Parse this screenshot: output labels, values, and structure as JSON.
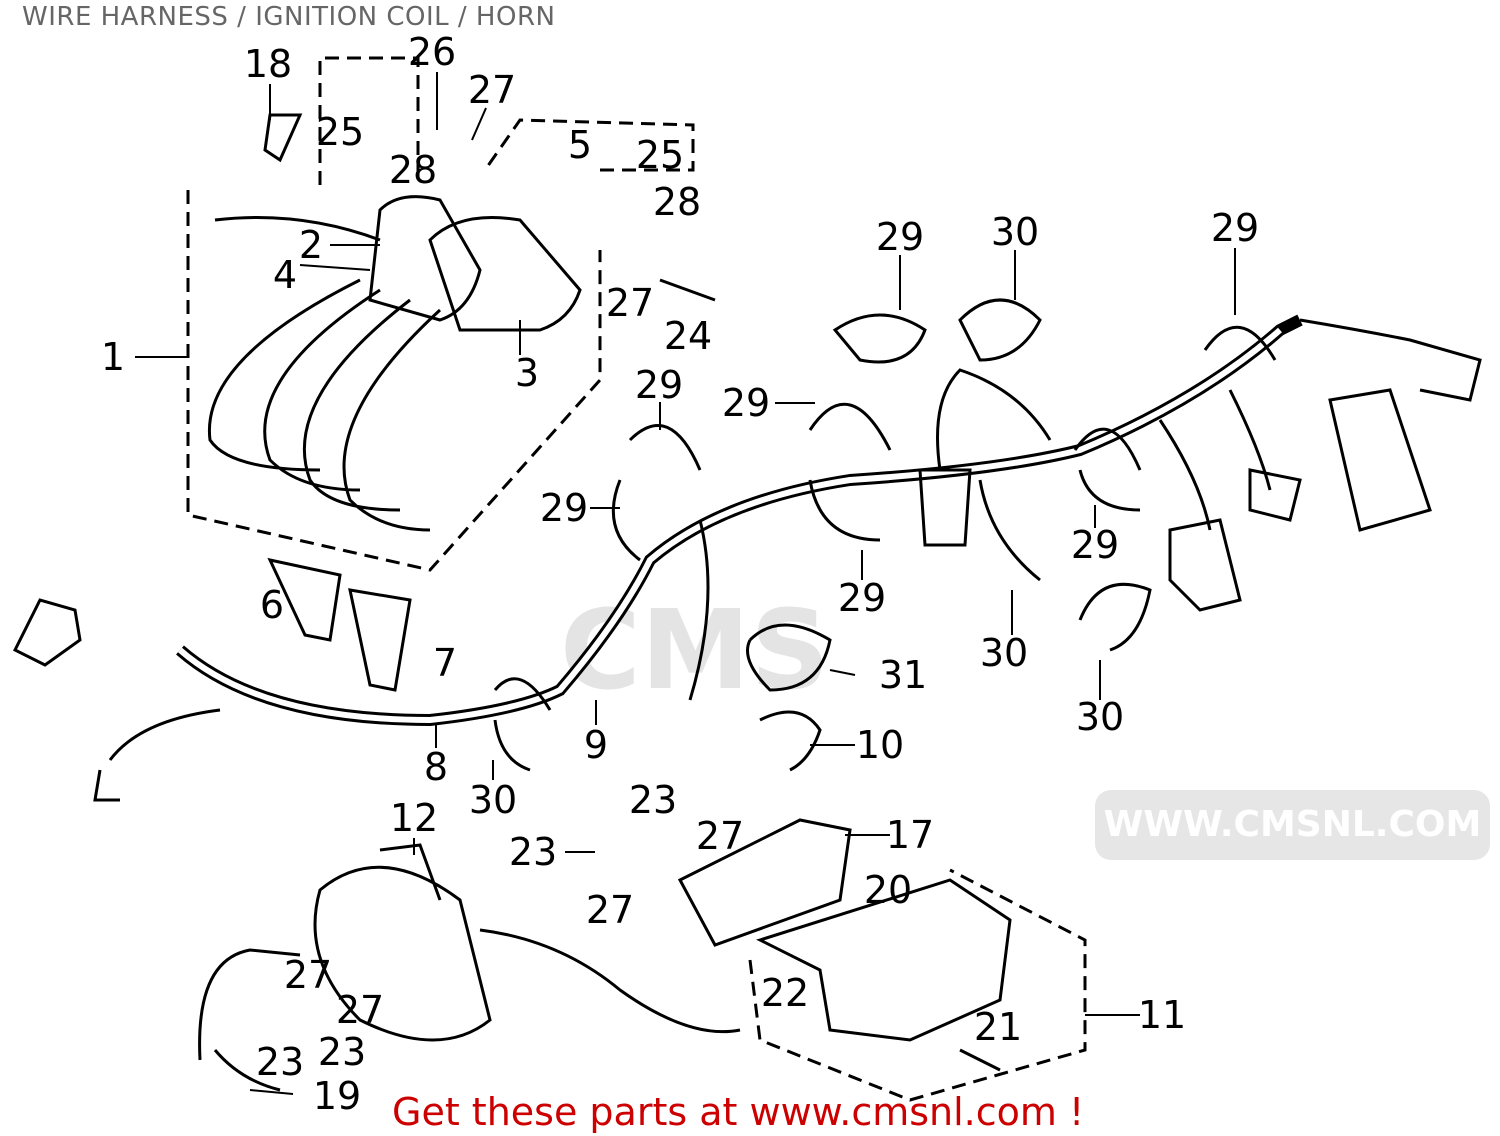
{
  "title": "WIRE HARNESS / IGNITION COIL / HORN",
  "footer": "Get these parts at www.cmsnl.com !",
  "watermark": {
    "logo": "CMS",
    "url": "WWW.CMSNL.COM"
  },
  "callouts": [
    "18",
    "26",
    "27",
    "25",
    "28",
    "5",
    "25",
    "28",
    "2",
    "4",
    "1",
    "3",
    "27",
    "24",
    "29",
    "30",
    "29",
    "29",
    "29",
    "29",
    "29",
    "29",
    "30",
    "30",
    "6",
    "7",
    "31",
    "10",
    "9",
    "8",
    "30",
    "23",
    "27",
    "17",
    "23",
    "27",
    "12",
    "20",
    "22",
    "21",
    "11",
    "27",
    "27",
    "23",
    "23",
    "19"
  ]
}
